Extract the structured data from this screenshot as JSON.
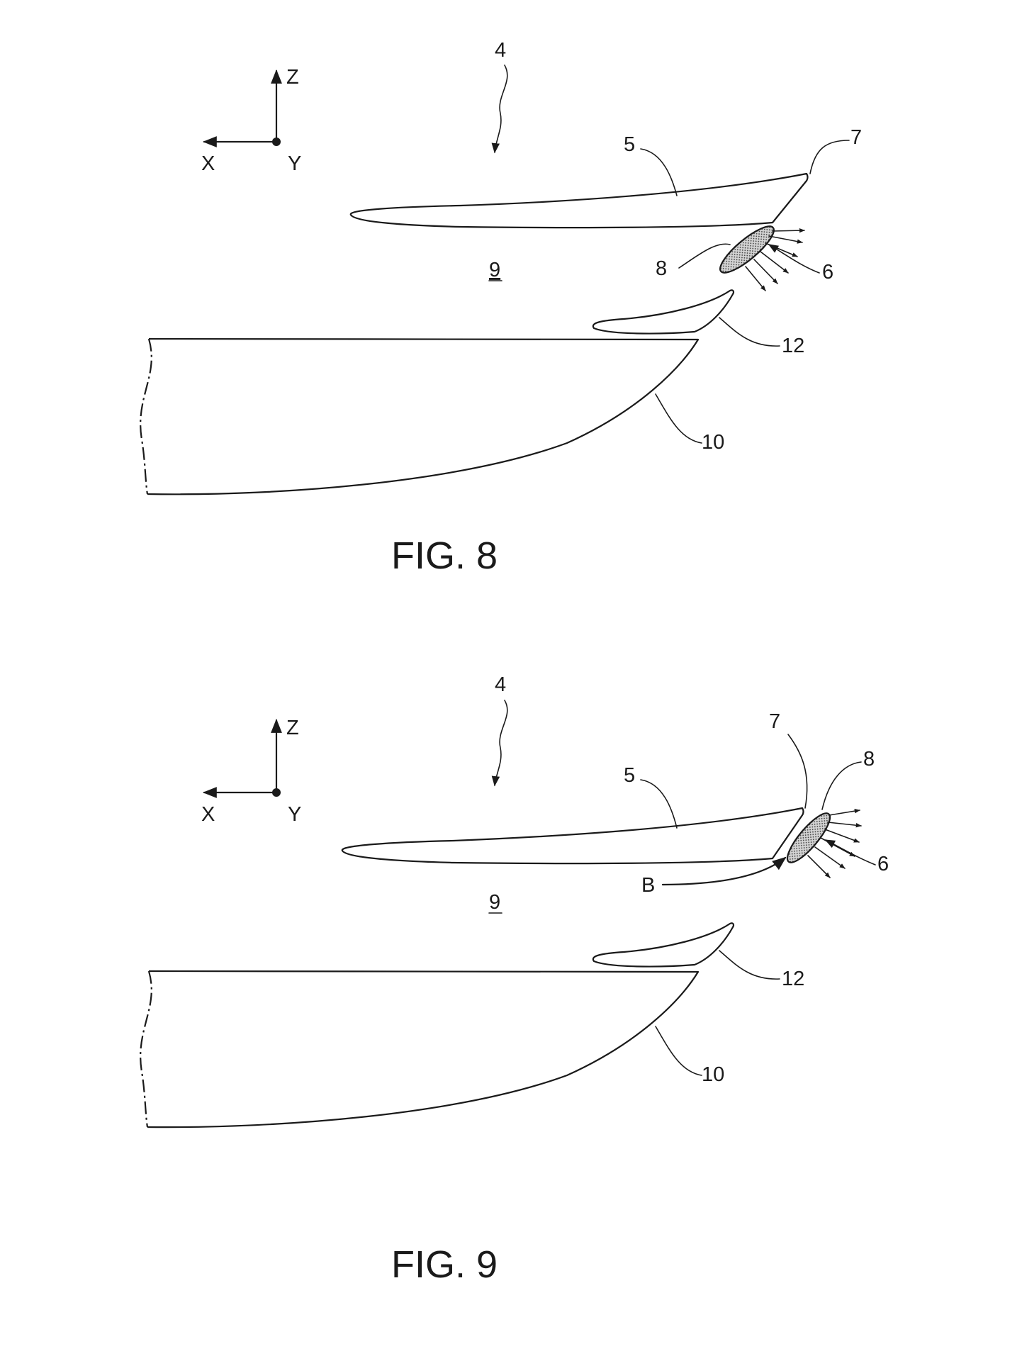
{
  "figures": [
    {
      "title": "FIG. 8",
      "axes": {
        "up": "Z",
        "left": "X",
        "out": "Y"
      },
      "labels": {
        "assembly": "4",
        "upper_part": "5",
        "element": "6",
        "edge": "7",
        "body": "8",
        "gap": "9",
        "lower_part": "10",
        "flap": "12"
      }
    },
    {
      "title": "FIG. 9",
      "axes": {
        "up": "Z",
        "left": "X",
        "out": "Y"
      },
      "labels": {
        "assembly": "4",
        "upper_part": "5",
        "element": "6",
        "edge": "7",
        "body": "8",
        "gap": "9",
        "lower_part": "10",
        "flap": "12",
        "flow": "B"
      }
    }
  ],
  "colors": {
    "ink": "#1a1a1a",
    "hatch": "#9a9a9a",
    "background": "#ffffff"
  }
}
